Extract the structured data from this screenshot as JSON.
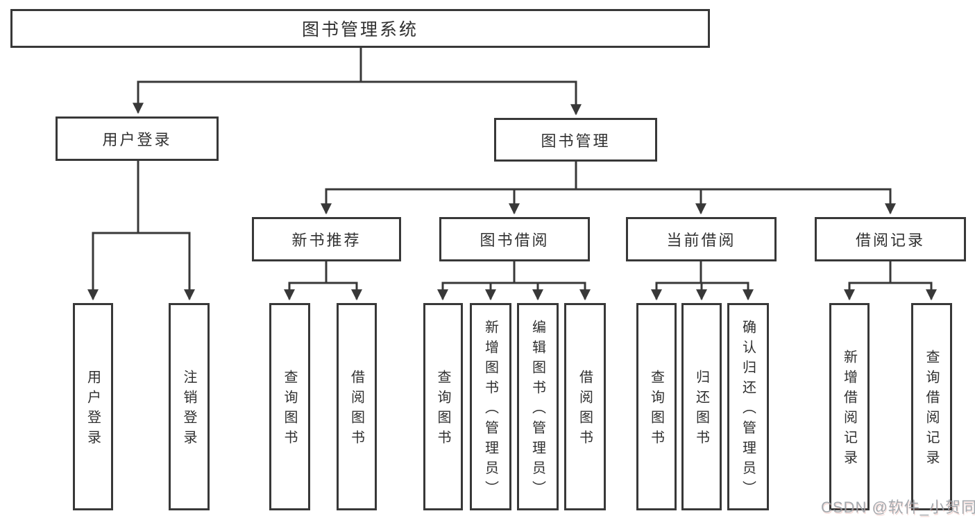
{
  "diagram": {
    "root": {
      "label": "图书管理系统"
    },
    "branches": {
      "user_login": {
        "label": "用户登录"
      },
      "book_management": {
        "label": "图书管理"
      },
      "new_book_recommend": {
        "label": "新书推荐"
      },
      "book_borrowing": {
        "label": "图书借阅"
      },
      "current_borrowing": {
        "label": "当前借阅"
      },
      "borrowing_records": {
        "label": "借阅记录"
      }
    },
    "leaves": {
      "user_login": "用户登录",
      "logout": "注销登录",
      "recommend_query_book": "查询图书",
      "recommend_borrow_book": "借阅图书",
      "borrow_query_book": "查询图书",
      "borrow_add_book": "新增图书（管理员）",
      "borrow_edit_book": "编辑图书（管理员）",
      "borrow_borrow_book": "借阅图书",
      "current_query_book": "查询图书",
      "current_return_book": "归还图书",
      "current_confirm_return": "确认归还（管理员）",
      "records_add_record": "新增借阅记录",
      "records_query_record": "查询借阅记录"
    }
  },
  "watermark": "CSDN @软件_小贺同学",
  "colors": {
    "line": "#383838",
    "node_border": "#383838",
    "text": "#303030",
    "watermark": "#9ba0a6",
    "background": "#ffffff"
  }
}
